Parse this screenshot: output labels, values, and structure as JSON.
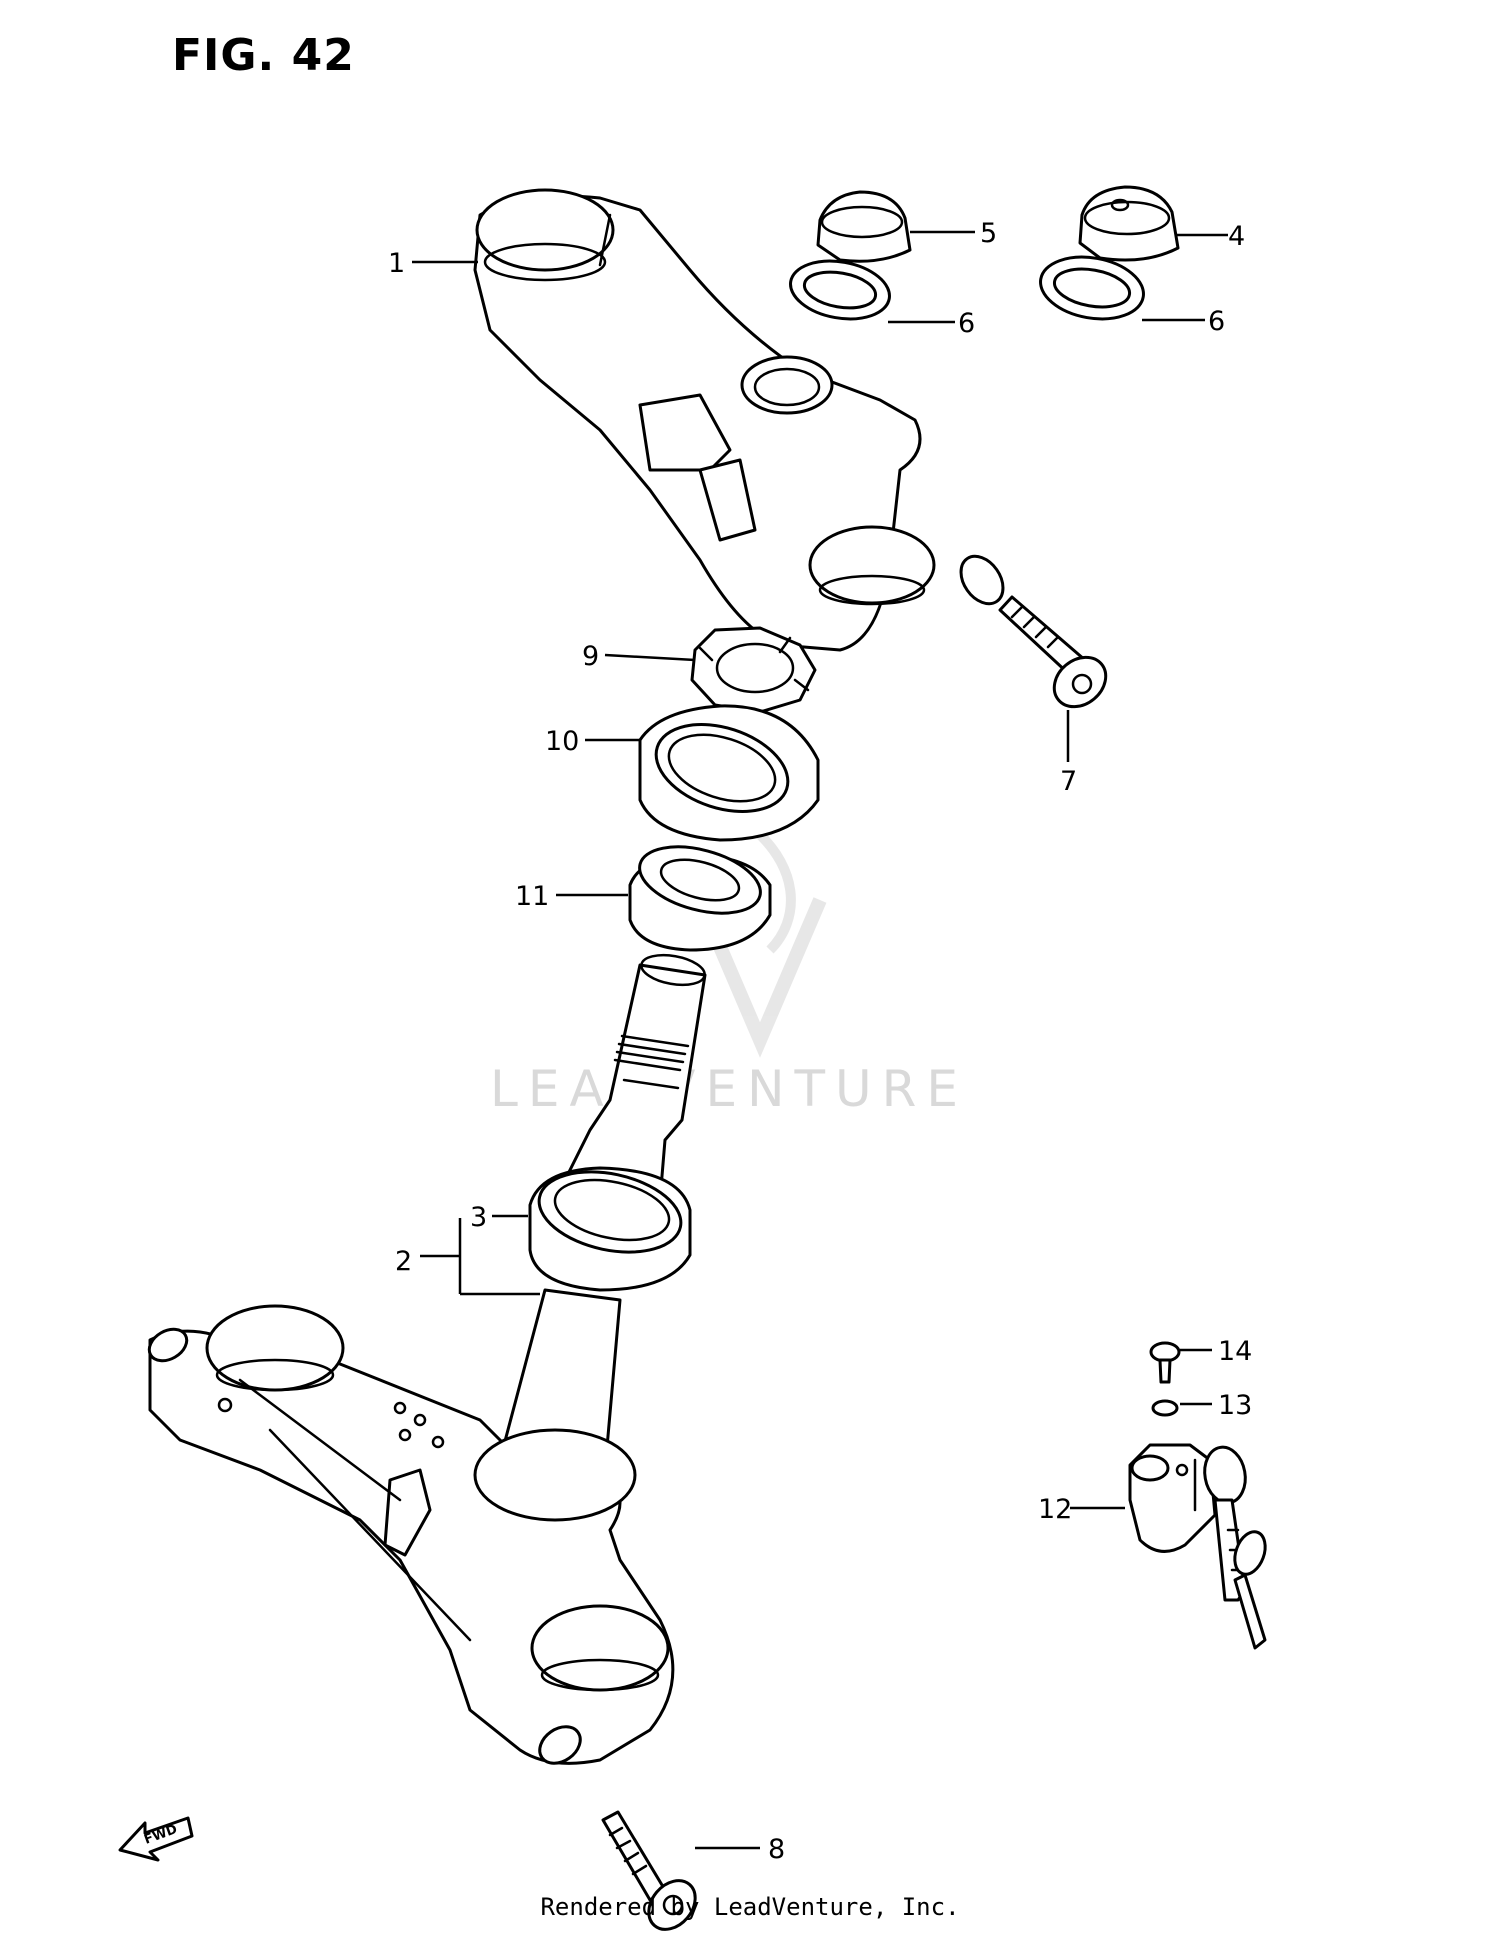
{
  "figure": {
    "title": "FIG. 42",
    "footer": "Rendered by LeadVenture, Inc.",
    "watermark": "LEADVENTURE",
    "fwd_label": "FWD"
  },
  "callouts": [
    {
      "id": "1",
      "label": "1"
    },
    {
      "id": "2",
      "label": "2"
    },
    {
      "id": "3",
      "label": "3"
    },
    {
      "id": "4",
      "label": "4"
    },
    {
      "id": "5",
      "label": "5"
    },
    {
      "id": "6a",
      "label": "6"
    },
    {
      "id": "6b",
      "label": "6"
    },
    {
      "id": "7",
      "label": "7"
    },
    {
      "id": "8",
      "label": "8"
    },
    {
      "id": "9",
      "label": "9"
    },
    {
      "id": "10",
      "label": "10"
    },
    {
      "id": "11",
      "label": "11"
    },
    {
      "id": "12",
      "label": "12"
    },
    {
      "id": "13",
      "label": "13"
    },
    {
      "id": "14",
      "label": "14"
    }
  ],
  "colors": {
    "line": "#000000",
    "watermark": "#d9d9d9",
    "background": "#ffffff"
  }
}
